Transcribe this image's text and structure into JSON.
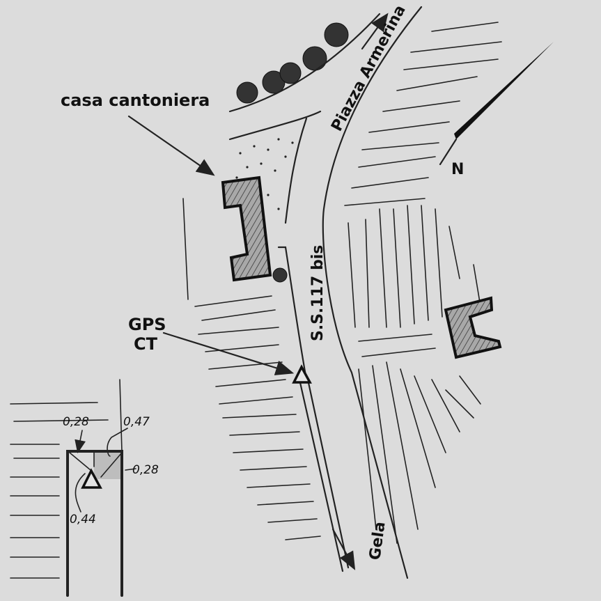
{
  "map": {
    "labels": {
      "building": "casa cantoniera",
      "road_north": "Piazza Armerina",
      "road_main": "S.S.117 bis",
      "road_south": "Gela",
      "station_line1": "GPS",
      "station_line2": "CT",
      "north": "N"
    },
    "inset": {
      "measurements": [
        "0,28",
        "0,47",
        "0,28",
        "0,44"
      ]
    },
    "colors": {
      "background": "#dcdcdc",
      "ink": "#111111",
      "hatch_fill": "#a8a8a8"
    }
  }
}
